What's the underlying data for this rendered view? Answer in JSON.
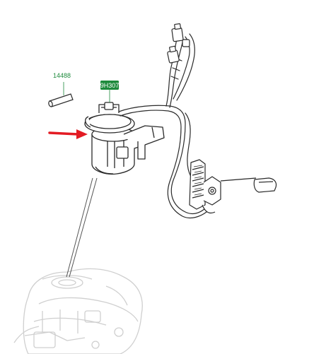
{
  "diagram": {
    "callouts": [
      {
        "id": "pin",
        "text": "14488",
        "color": "#1e8a3c",
        "boxed": false
      },
      {
        "id": "pump",
        "text": "9H307",
        "color": "#ffffff",
        "box_color": "#1e8a3c",
        "boxed": true
      }
    ],
    "colors": {
      "line": "#2a2a2a",
      "ghost": "#cfcfcf",
      "arrow": "#e31b23",
      "callout_green": "#1e8a3c"
    },
    "icons": {
      "indicator": "red-arrow-icon",
      "connector": "electrical-connector-icon"
    }
  }
}
